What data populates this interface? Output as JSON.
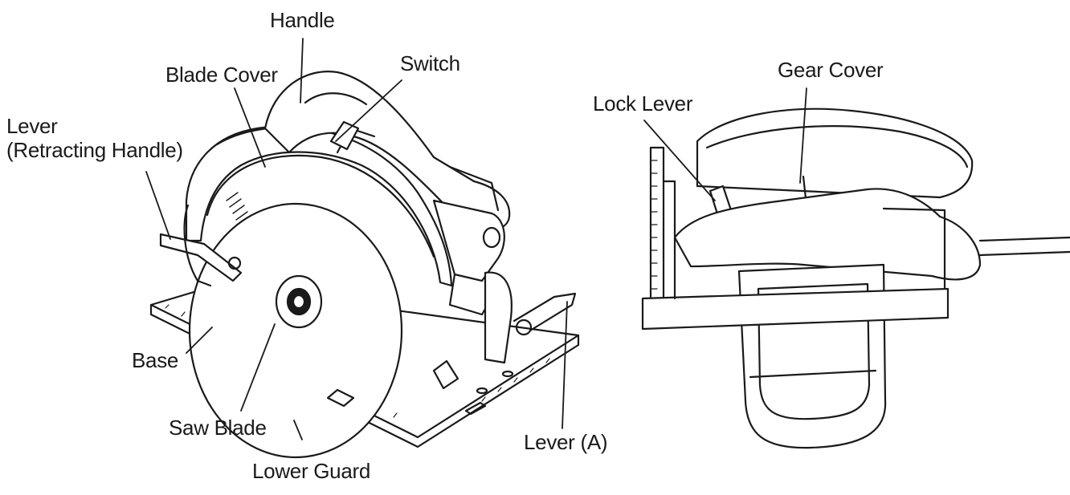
{
  "labels": {
    "handle": "Handle",
    "switch": "Switch",
    "blade_cover": "Blade Cover",
    "lever_line1": "Lever",
    "lever_line2": "(Retracting Handle)",
    "base": "Base",
    "saw_blade": "Saw Blade",
    "lower_guard": "Lower Guard",
    "lever_a": "Lever (A)",
    "gear_cover": "Gear Cover",
    "lock_lever": "Lock Lever"
  },
  "colors": {
    "ink": "#1a1a1a",
    "shade": "#d9d9d9",
    "paper": "#ffffff"
  }
}
